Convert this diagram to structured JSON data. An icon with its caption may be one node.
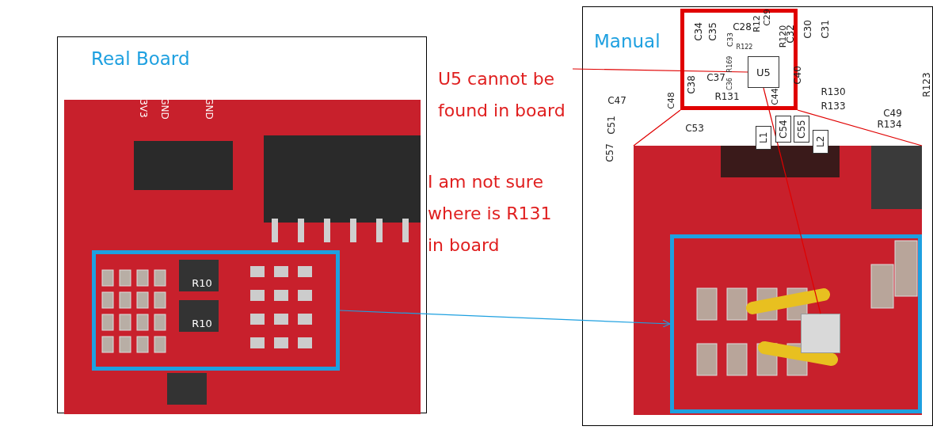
{
  "diagram": {
    "nodes": [
      {
        "text": [
          "Real Board"
        ]
      },
      {
        "text": [],
        "shape": "picture",
        "in": 0
      },
      {
        "text": [],
        "shape": "box",
        "in": 1
      },
      {
        "text": [
          "Manual"
        ]
      },
      {
        "text": [],
        "shape": "box",
        "in": 3
      },
      {
        "text": [
          "U5"
        ],
        "in": 4
      },
      {
        "text": [],
        "shape": "picture",
        "in": 3
      },
      {
        "text": [],
        "shape": "box",
        "in": 6
      },
      {
        "text": [],
        "shape": "box",
        "in": 7
      },
      {
        "text": [
          "U5 cannot be found in board"
        ]
      },
      {
        "text": [
          "L1"
        ],
        "in": 3
      },
      {
        "text": [
          "C54"
        ],
        "in": 3
      },
      {
        "text": [
          "C55"
        ],
        "in": 3
      },
      {
        "text": [
          "L2"
        ],
        "in": 3
      }
    ],
    "edges": [
      {
        "from": 9,
        "to": 5,
        "arrow": "none"
      },
      {
        "from": 5,
        "to": 8,
        "arrow": "none"
      },
      {
        "from": 4,
        "to": 6,
        "arrow": "none"
      },
      {
        "from": 4,
        "to": 6,
        "arrow": "none"
      },
      {
        "from": 2,
        "to": 7,
        "arrow": "to",
        "color": "#1ea0e0"
      }
    ],
    "labels": [
      "3V3",
      "GND",
      "GND",
      "R10",
      "R10",
      "I am not sure where is R131 in board",
      "C34",
      "C35",
      "C33",
      "C28",
      "R12",
      "C29",
      "R120",
      "C32",
      "C30",
      "C31",
      "C38",
      "C37",
      "R169",
      "C36",
      "R122",
      "C40",
      "R123",
      "C47",
      "C48",
      "R131",
      "C44",
      "R130",
      "R133",
      "C49",
      "C51",
      "C53",
      "R134",
      "C57"
    ]
  }
}
